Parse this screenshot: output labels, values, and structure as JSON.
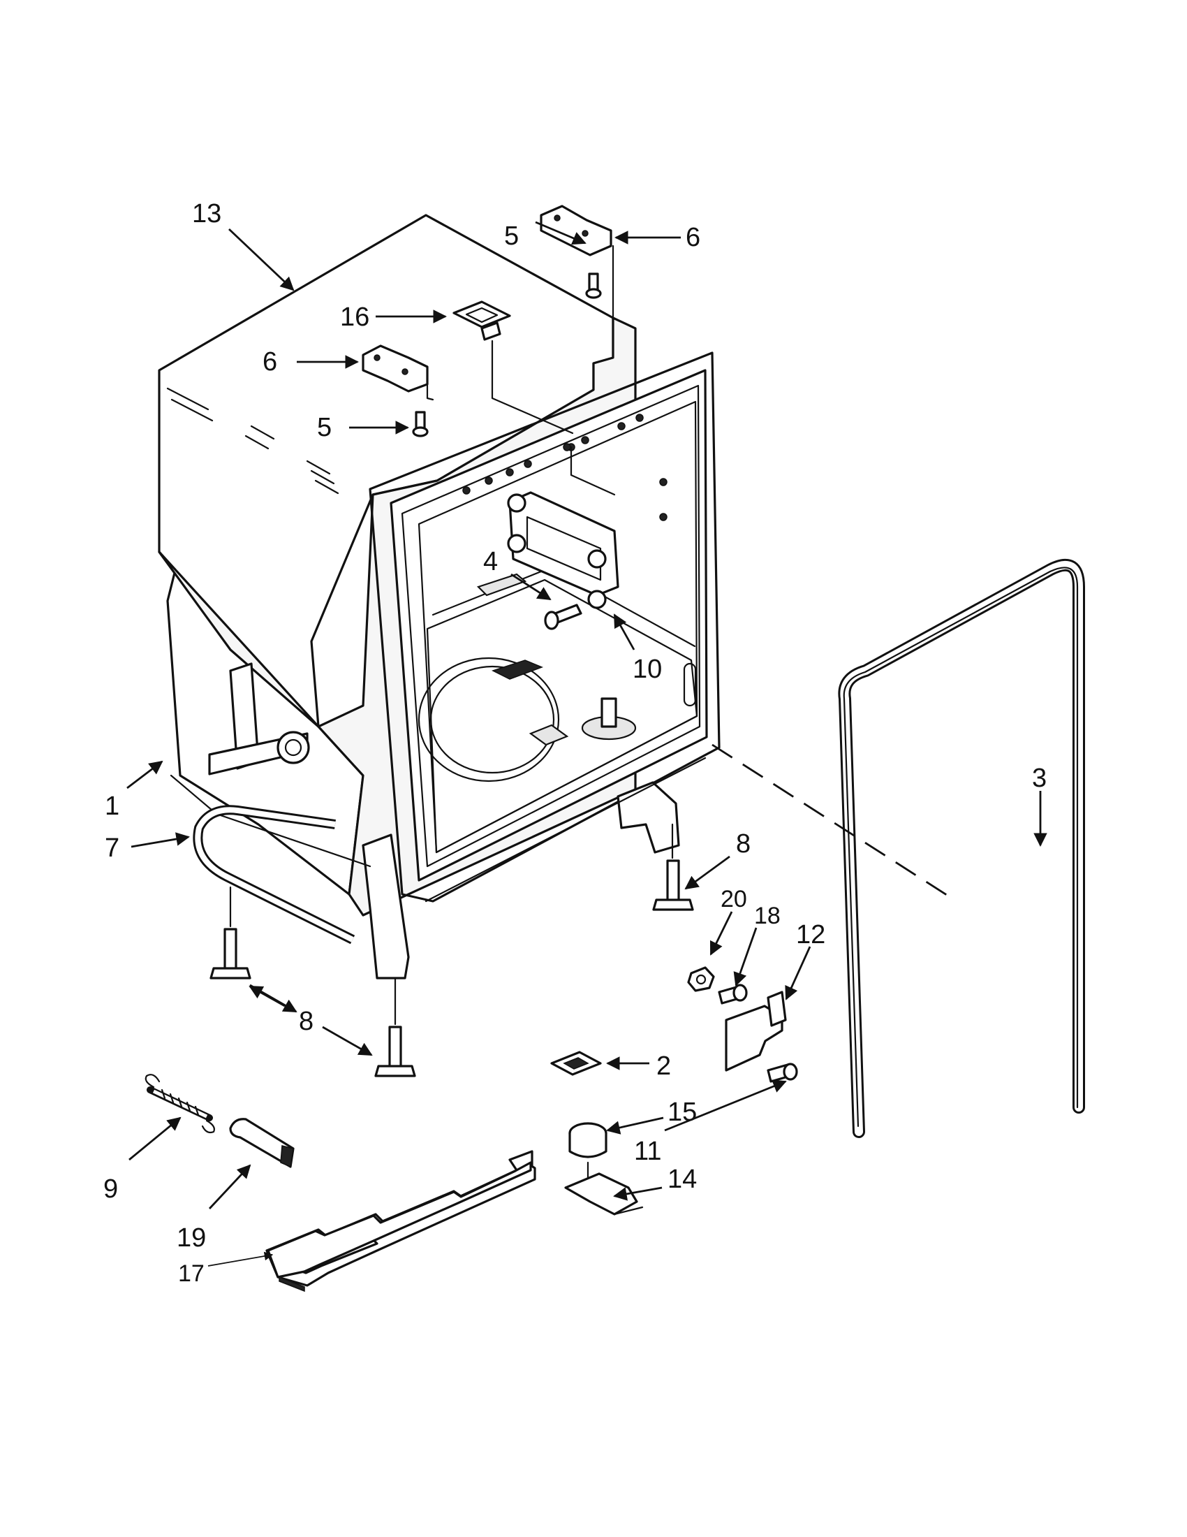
{
  "callouts": {
    "c1": "1",
    "c2": "2",
    "c3": "3",
    "c4": "4",
    "c5a": "5",
    "c5b": "5",
    "c6a": "6",
    "c6b": "6",
    "c7": "7",
    "c8a": "8",
    "c8b": "8",
    "c9": "9",
    "c10": "10",
    "c11": "11",
    "c12": "12",
    "c13": "13",
    "c14": "14",
    "c15": "15",
    "c16": "16",
    "c17": "17",
    "c18": "18",
    "c19": "19",
    "c20": "20"
  },
  "colors": {
    "ink": "#111111",
    "paper": "#ffffff"
  }
}
